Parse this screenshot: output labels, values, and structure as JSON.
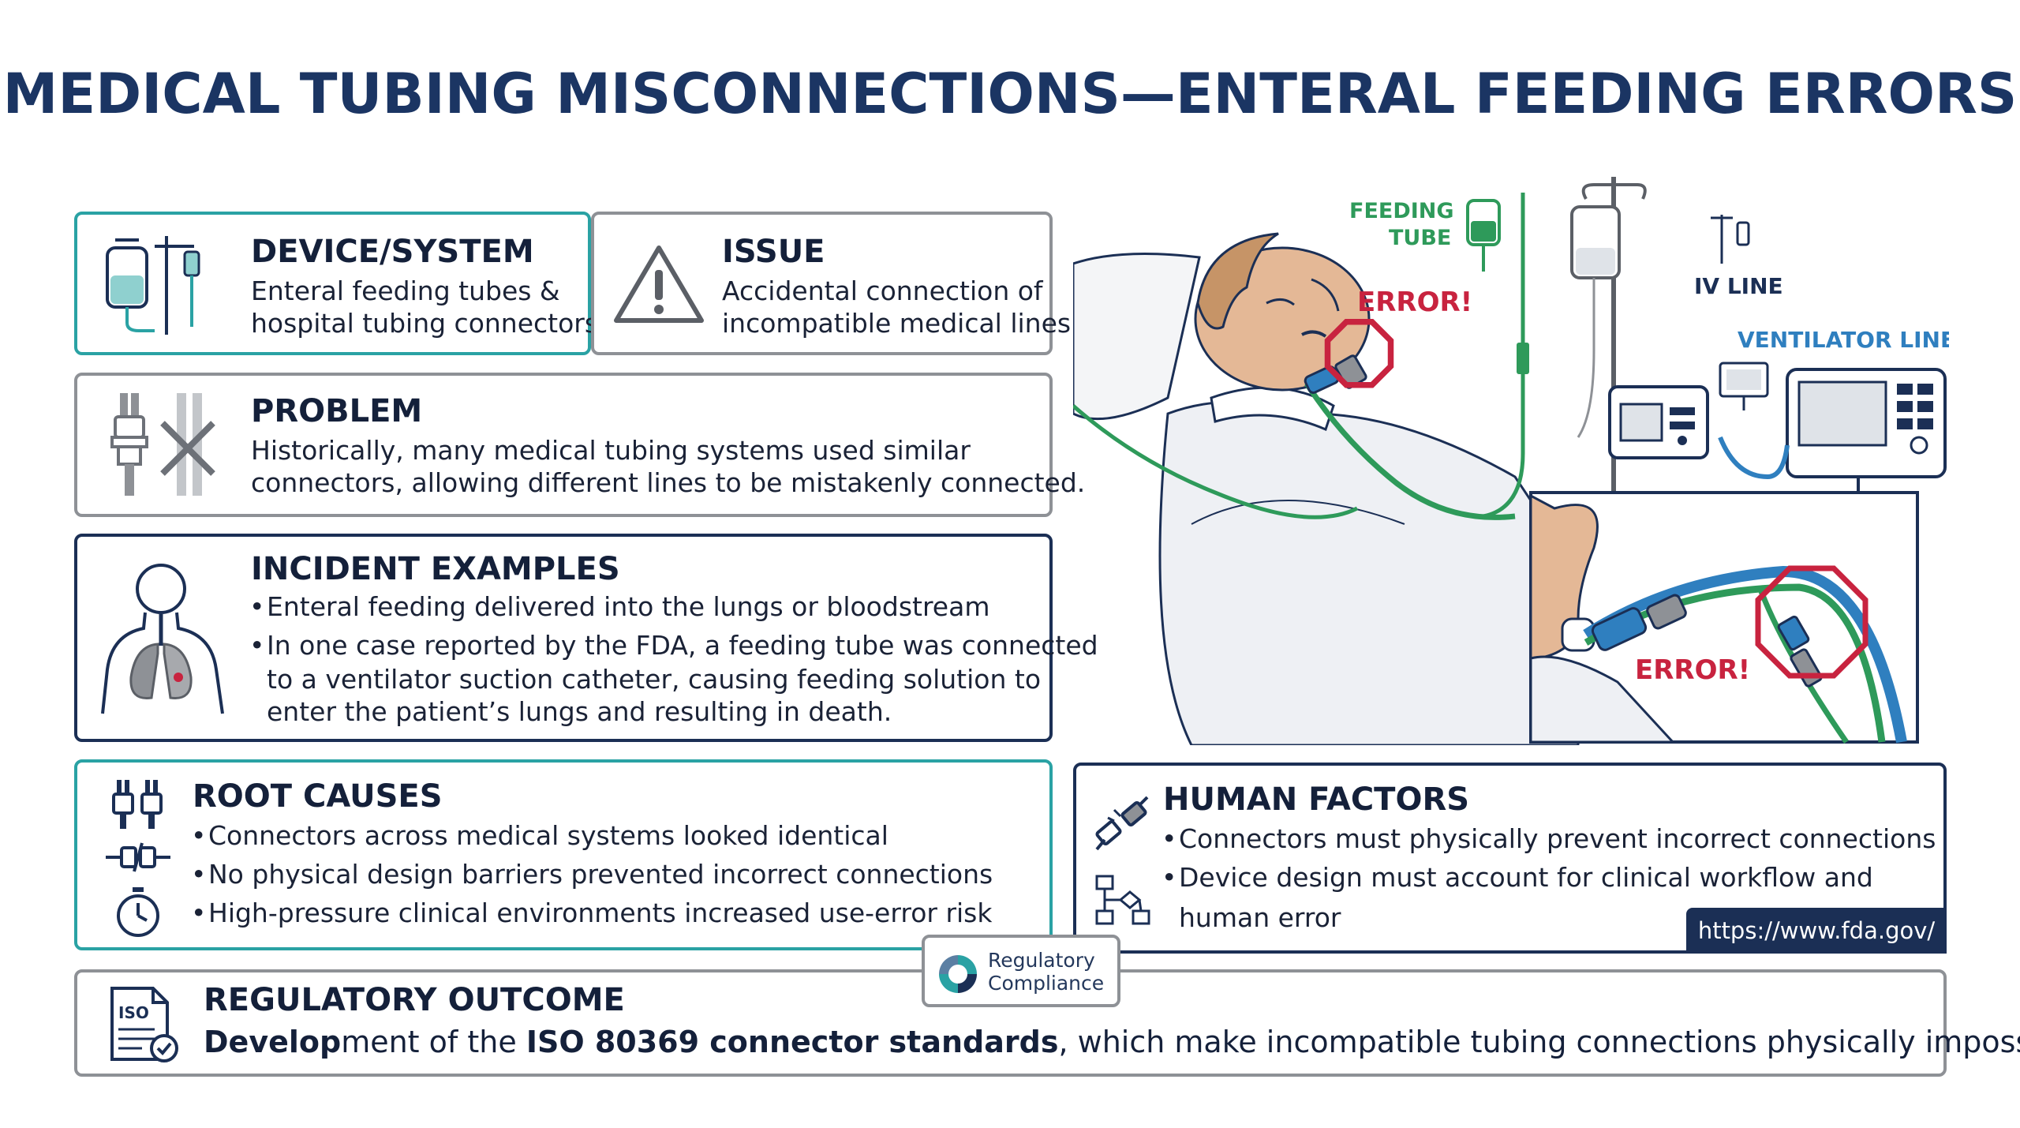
{
  "title": "MEDICAL TUBING MISCONNECTIONS—ENTERAL FEEDING ERRORS",
  "device": {
    "heading": "DEVICE/SYSTEM",
    "lines": [
      "Enteral feeding tubes &",
      "hospital tubing connectors"
    ],
    "icon": "iv-bag-icon"
  },
  "issue": {
    "heading": "ISSUE",
    "lines": [
      "Accidental connection of",
      "incompatible medical lines"
    ],
    "icon": "warning-triangle-icon"
  },
  "problem": {
    "heading": "PROBLEM",
    "lines": [
      "Historically, many medical tubing systems used similar",
      "connectors, allowing different lines to be mistakenly connected."
    ],
    "icon": "blocked-connector-icon"
  },
  "incidents": {
    "heading": "INCIDENT EXAMPLES",
    "items": [
      "Enteral feeding delivered into the lungs or bloodstream",
      "In one case reported by the FDA, a feeding tube was connected",
      "to a ventilator suction catheter, causing feeding solution to",
      "enter the patient’s lungs and resulting in death."
    ],
    "icon": "lungs-icon"
  },
  "root_causes": {
    "heading": "ROOT CAUSES",
    "items": [
      "Connectors across medical systems looked identical",
      "No physical design barriers prevented incorrect connections",
      "High-pressure clinical environments increased use-error risk"
    ],
    "icons": [
      "connectors-icon",
      "mismatch-icon",
      "stopwatch-icon"
    ]
  },
  "human_factors": {
    "heading": "HUMAN FACTORS",
    "items": [
      "Connectors must physically prevent incorrect connections",
      "Device design must account for clinical workflow and",
      "human error"
    ],
    "url": "https://www.fda.gov/",
    "icons": [
      "plug-disconnect-icon",
      "workflow-icon"
    ]
  },
  "badge": {
    "line1": "Regulatory",
    "line2": "Compliance"
  },
  "outcome": {
    "heading": "REGULATORY OUTCOME",
    "part1": "Develop",
    "part2": "ment of the ",
    "part3": "ISO 80369 connector standards",
    "part4": ", which make incompatible tubing connections physically impossible.",
    "icon_text": "ISO"
  },
  "illustration": {
    "feeding_tube_label": [
      "FEEDING",
      "TUBE"
    ],
    "iv_line_label": "IV LINE",
    "ventilator_label": "VENTILATOR LINE",
    "error_label": "ERROR!",
    "error_label_inset": "ERROR!"
  },
  "colors": {
    "navy": "#1b2f55",
    "teal": "#2aa2a4",
    "error_red": "#c8233f",
    "feeding_green": "#2e9a5a",
    "ventilator_blue": "#2f7fbf"
  }
}
